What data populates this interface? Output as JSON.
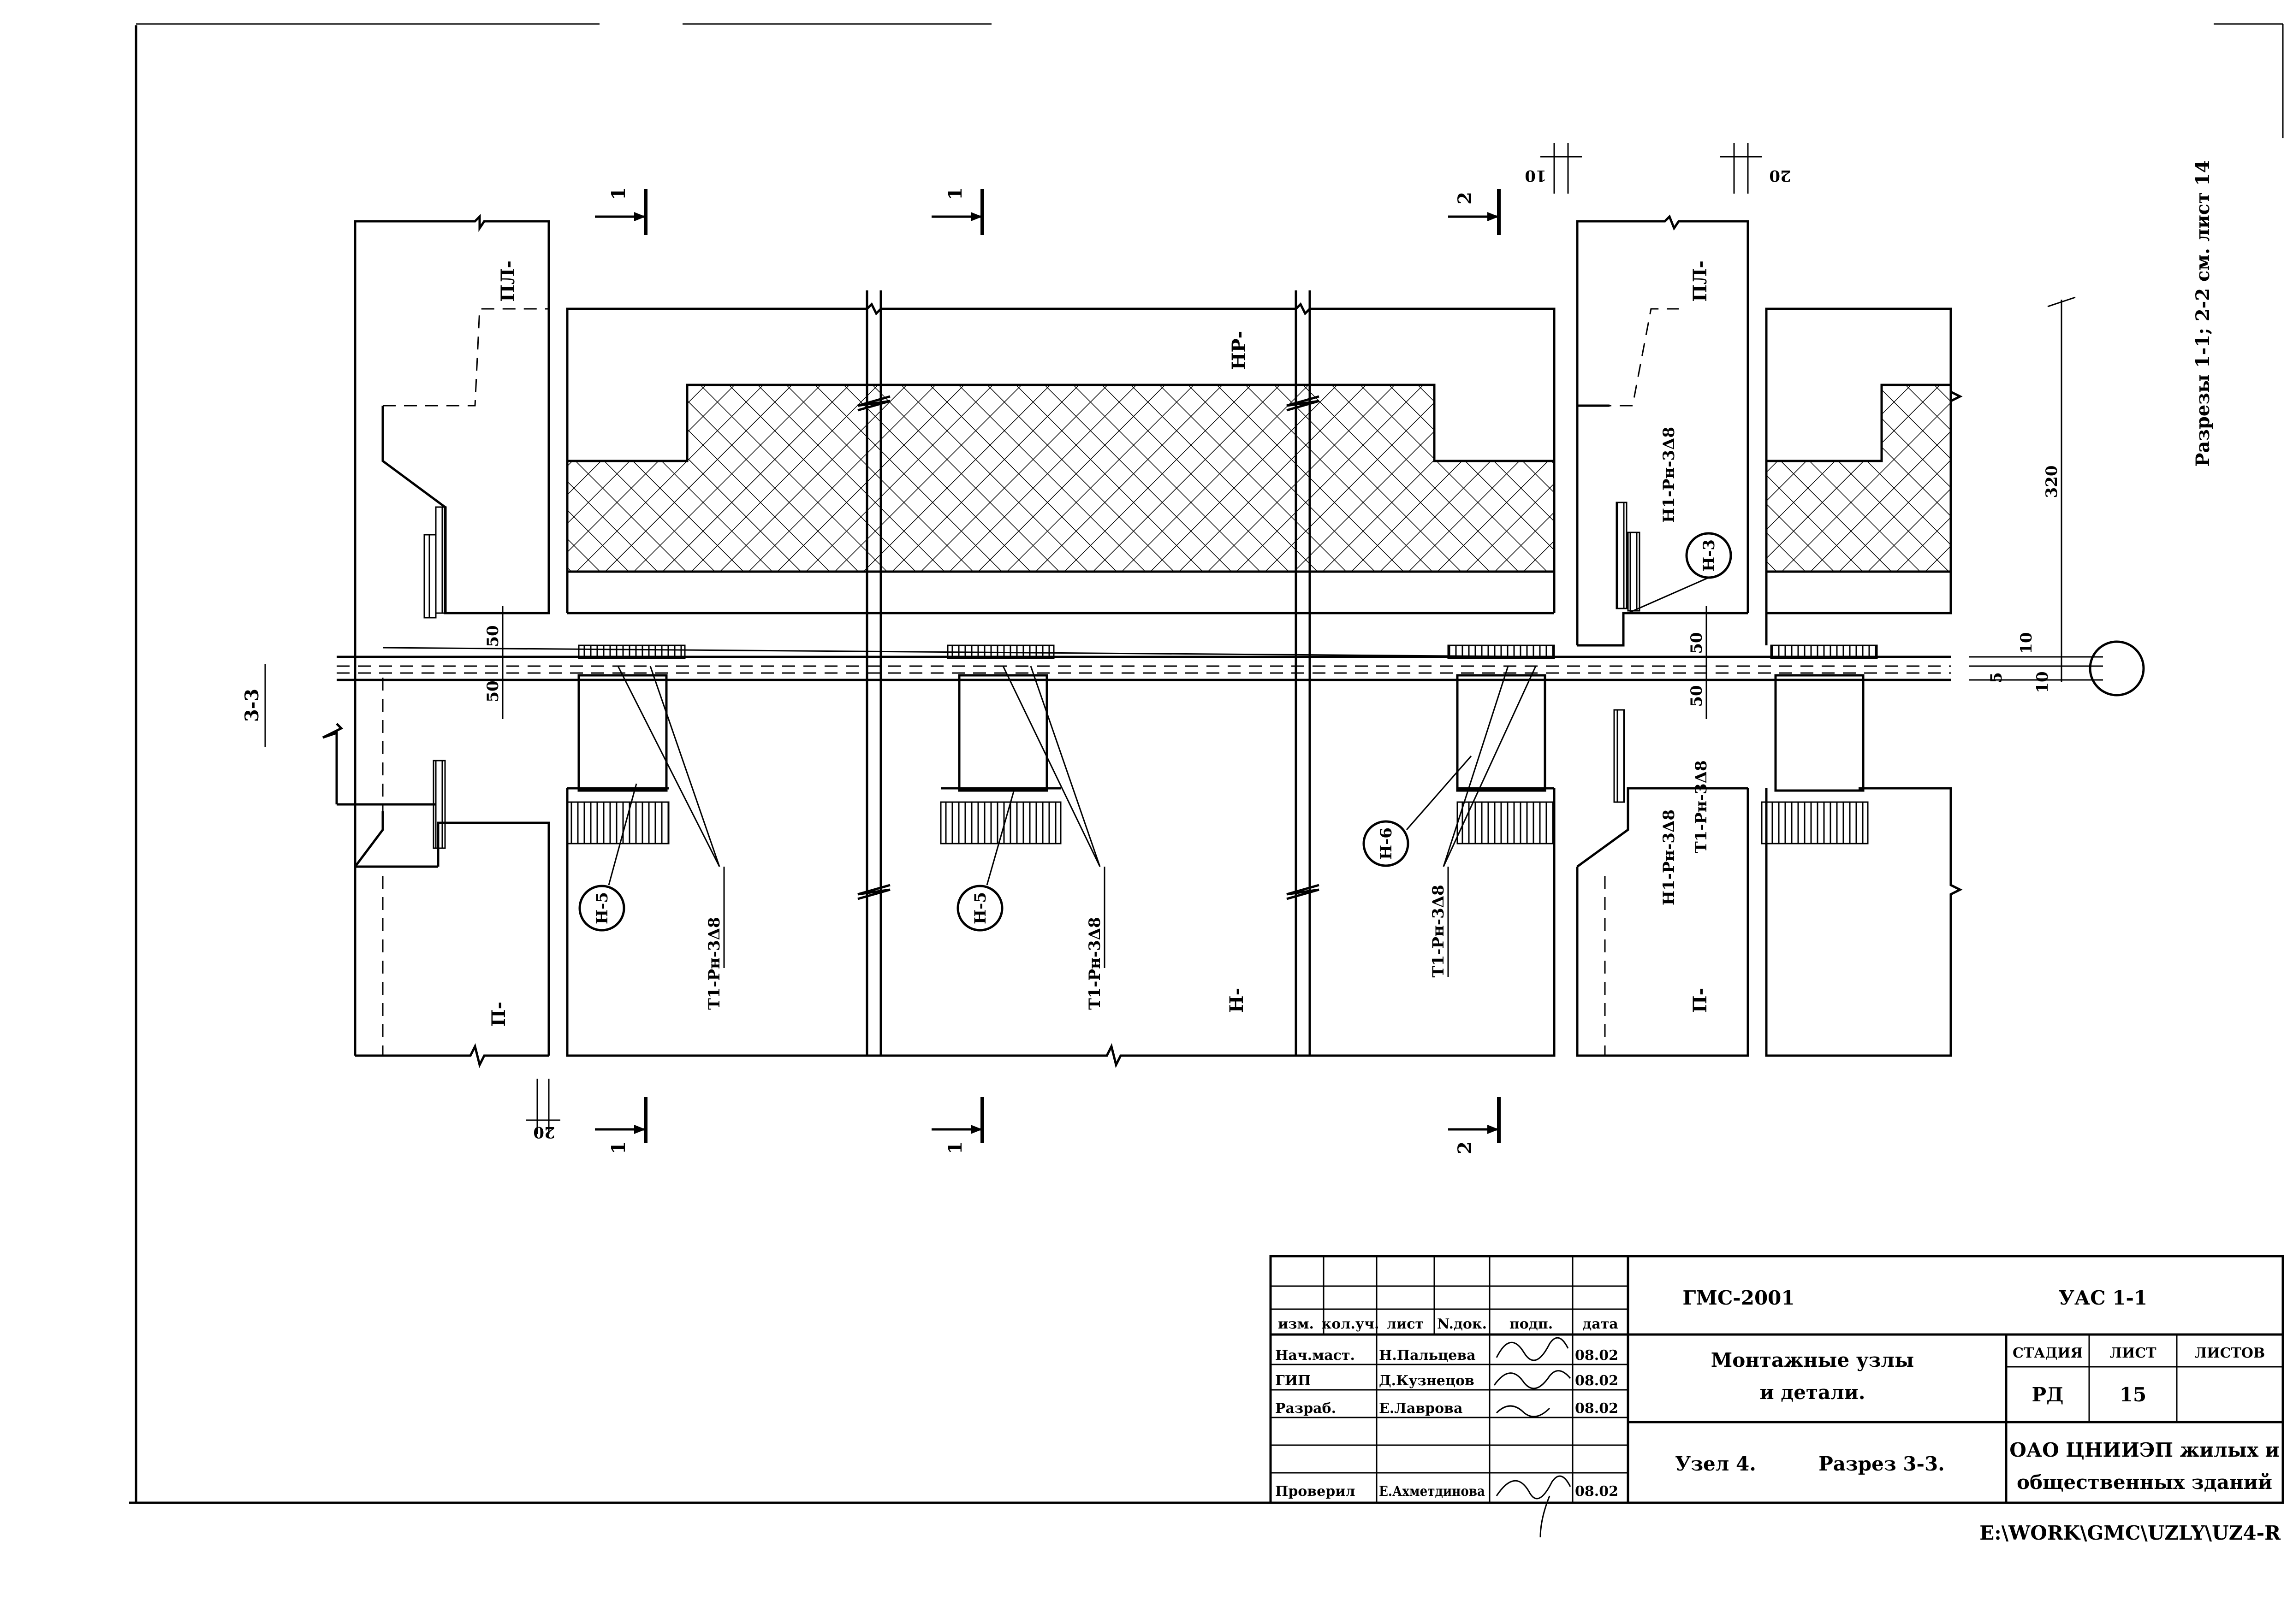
{
  "section_mark": "3-3",
  "cut_marks": {
    "one": "1",
    "two": "2"
  },
  "panel_labels": {
    "pl_left": "ПЛ-",
    "pl_right": "ПЛ-",
    "hr": "НР-",
    "p_left": "П-",
    "p_right": "П-",
    "n_mid": "Н-"
  },
  "callouts": {
    "h5_a": "Н-5",
    "h5_b": "Н-5",
    "h6": "Н-6",
    "h3": "Н-3"
  },
  "weld_labels": {
    "t1_a": "Т1-Рн-3Δ8",
    "t1_b": "Т1-Рн-3Δ8",
    "t1_c": "Т1-Рн-3Δ8",
    "t1_d": "Т1-Рн-3Δ8",
    "h1_a": "Н1-Рн-3Δ8",
    "h1_b": "Н1-Рн-3Δ8"
  },
  "dimensions": {
    "d50_a": "50",
    "d50_b": "50",
    "d50_c": "50",
    "d50_d": "50",
    "d320": "320",
    "d10_a": "10",
    "d10_b": "10",
    "d5": "5",
    "d10_top": "10",
    "d20_top": "20",
    "d20_bottom": "20"
  },
  "side_note": "Разрезы 1-1; 2-2 см. лист 14",
  "title_block": {
    "project_code": "ГМС-2001",
    "doc_code": "УАС 1-1",
    "header_cols": [
      "изм.",
      "кол.уч.",
      "лист",
      "N.док.",
      "подп.",
      "дата"
    ],
    "rows": [
      {
        "role": "Нач.маст.",
        "name": "Н.Пальцева",
        "date": "08.02"
      },
      {
        "role": "ГИП",
        "name": "Д.Кузнецов",
        "date": "08.02"
      },
      {
        "role": "Разраб.",
        "name": "Е.Лаврова",
        "date": "08.02"
      },
      {
        "role": "Проверил",
        "name": "Е.Ахметдинова",
        "date": "08.02"
      }
    ],
    "title_line1": "Монтажные узлы",
    "title_line2": "и детали.",
    "subtitle_node": "Узел 4.",
    "subtitle_section": "Разрез 3-3.",
    "stage_header": "СТАДИЯ",
    "sheet_header": "ЛИСТ",
    "sheets_header": "ЛИСТОВ",
    "stage": "РД",
    "sheet": "15",
    "sheets": "",
    "org_line1": "ОАО ЦНИИЭП жилых и",
    "org_line2": "общественных зданий"
  },
  "file_path": "E:\\WORK\\GMC\\UZLY\\UZ4-R"
}
